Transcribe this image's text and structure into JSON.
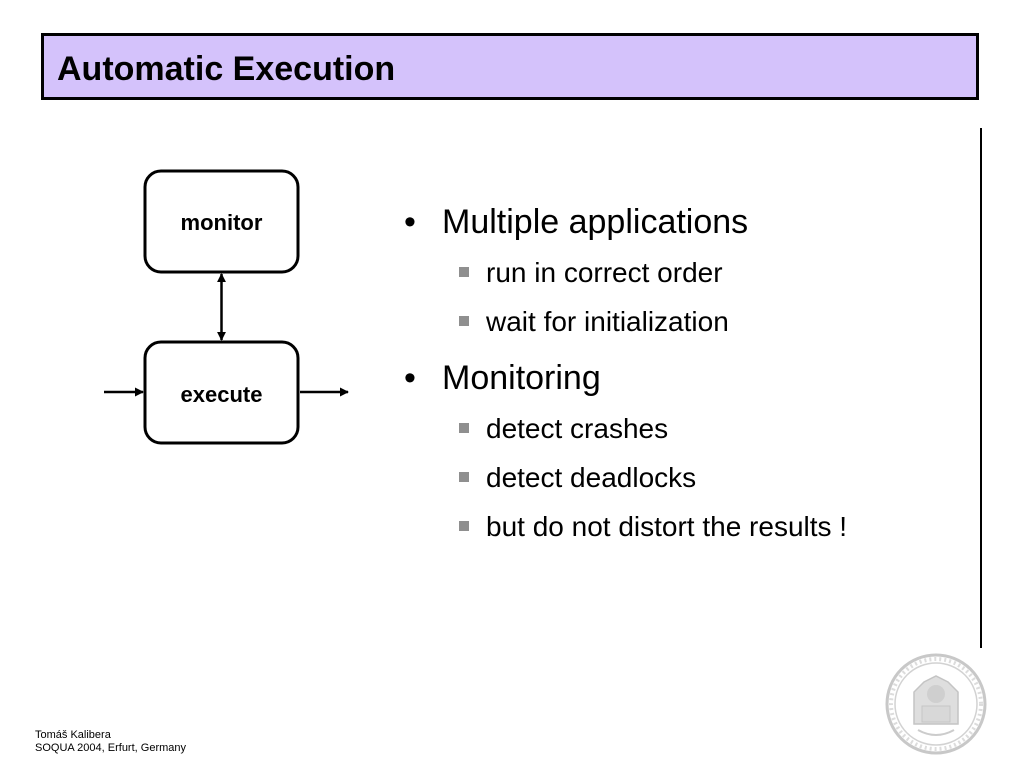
{
  "slide": {
    "title": "Automatic Execution"
  },
  "diagram": {
    "monitor_label": "monitor",
    "execute_label": "execute"
  },
  "bullets": [
    {
      "text": "Multiple applications",
      "sub": [
        "run in correct order",
        "wait for initialization"
      ]
    },
    {
      "text": "Monitoring",
      "sub": [
        "detect crashes",
        "detect deadlocks",
        "but do not distort the results !"
      ]
    }
  ],
  "footer": {
    "author": "Tomáš Kalibera",
    "event": "SOQUA 2004, Erfurt, Germany"
  },
  "colors": {
    "title_background": "#d4c2fb",
    "seal": "#c8c8c8",
    "sub_bullet": "#8f8f8f"
  },
  "icons": {
    "seal": "university-seal-icon"
  }
}
